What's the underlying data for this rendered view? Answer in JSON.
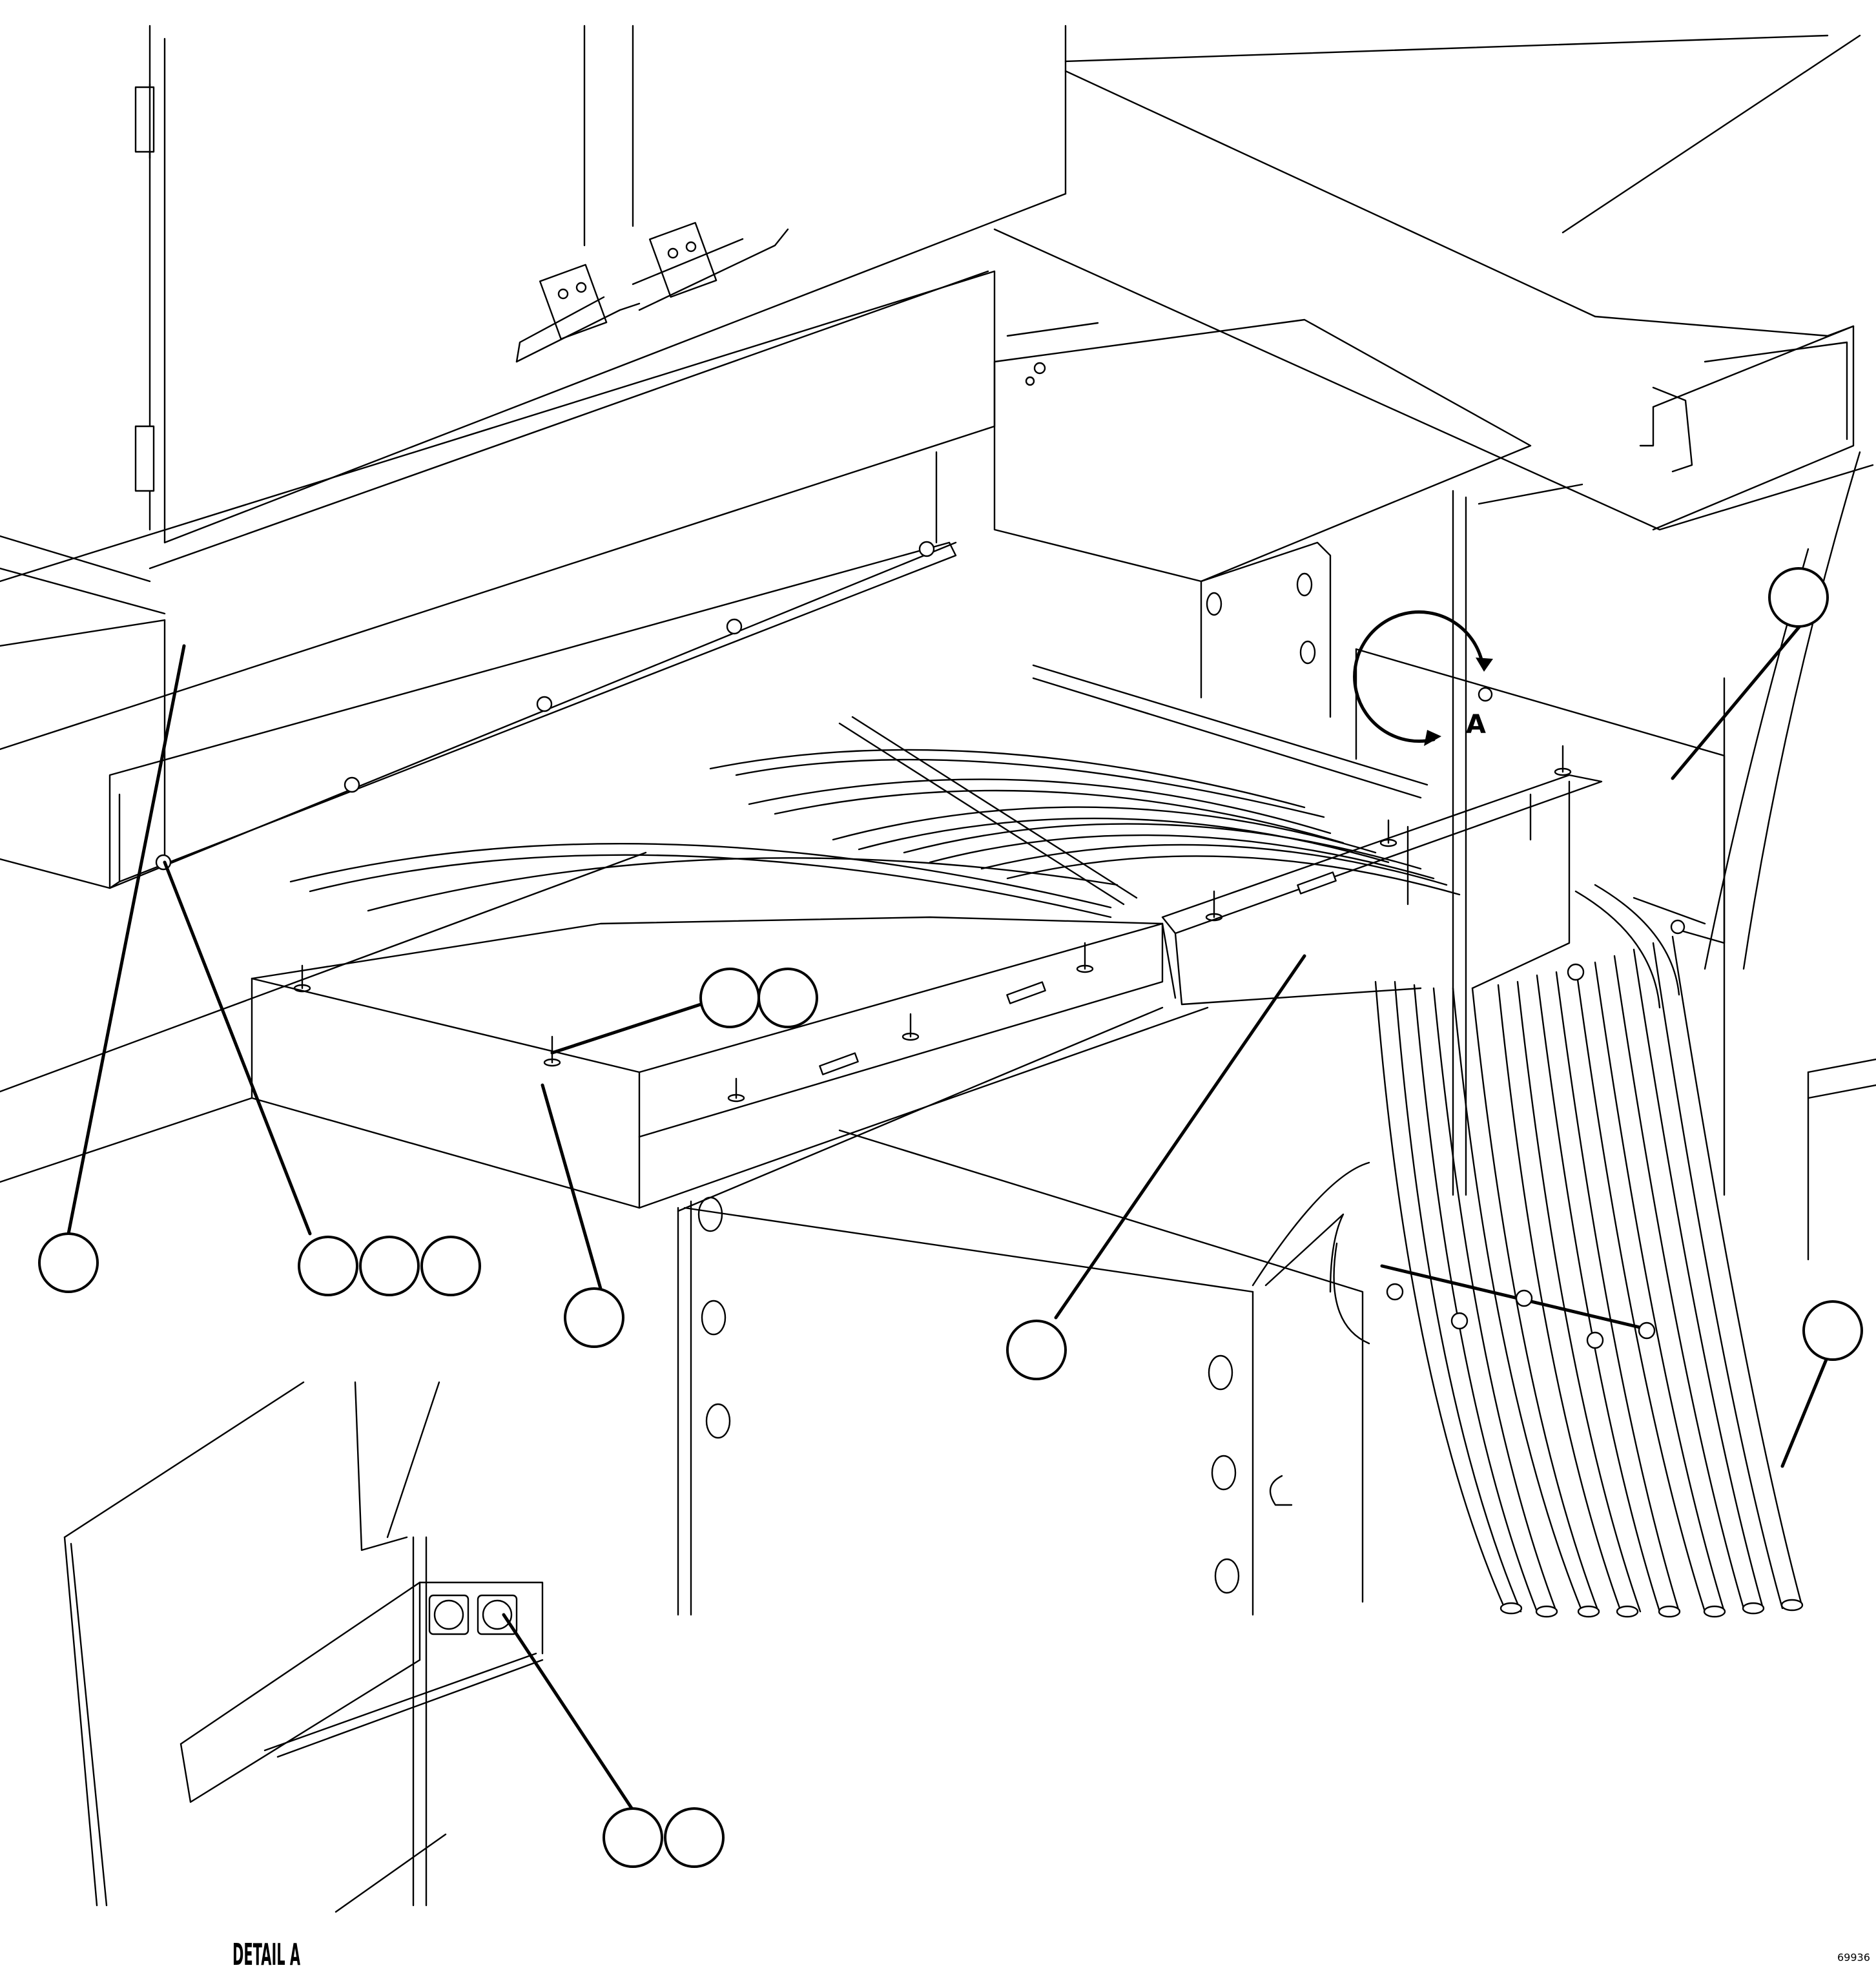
{
  "view": {
    "detail_caption": "DETAIL A",
    "detail_marker": "A",
    "figure_number": "69936"
  },
  "colors": {
    "line": "#000000",
    "paper": "#ffffff"
  },
  "callout_bubbles": [
    {
      "id": "bubble-upper-left",
      "label": ""
    },
    {
      "id": "bubble-bolt-1",
      "label": ""
    },
    {
      "id": "bubble-bolt-2",
      "label": ""
    },
    {
      "id": "bubble-bolt-3",
      "label": ""
    },
    {
      "id": "bubble-front-tray",
      "label": ""
    },
    {
      "id": "bubble-stud-1",
      "label": ""
    },
    {
      "id": "bubble-stud-2",
      "label": ""
    },
    {
      "id": "bubble-hose-box",
      "label": ""
    },
    {
      "id": "bubble-cover-right",
      "label": ""
    },
    {
      "id": "bubble-hoses-right",
      "label": ""
    },
    {
      "id": "bubble-detail-1",
      "label": ""
    },
    {
      "id": "bubble-detail-2",
      "label": ""
    }
  ]
}
